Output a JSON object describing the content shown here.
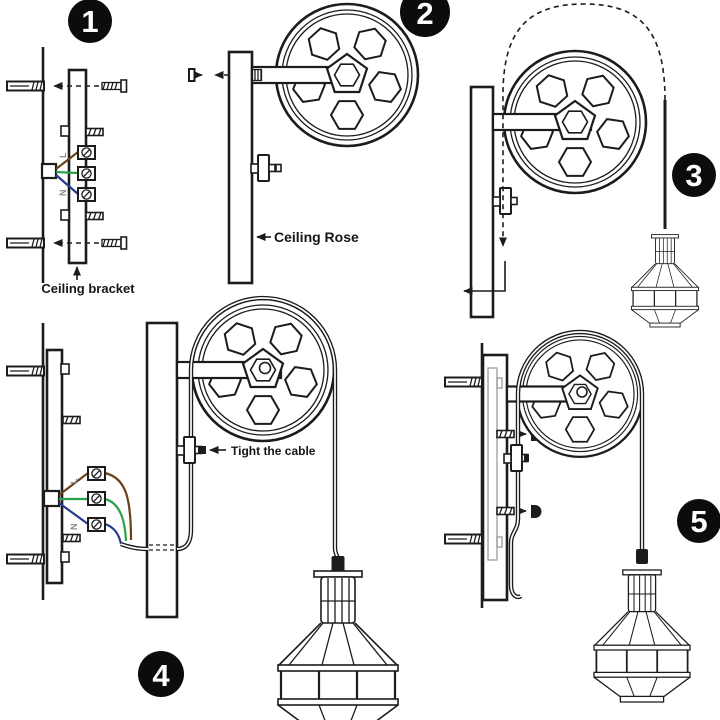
{
  "steps": [
    {
      "number": "1",
      "label": "Ceiling bracket"
    },
    {
      "number": "2",
      "label": "Ceiling Rose"
    },
    {
      "number": "3"
    },
    {
      "number": "4",
      "label": "Tight the cable"
    },
    {
      "number": "5"
    }
  ],
  "wiring": {
    "live_label": "L",
    "neutral_label": "N",
    "live_color": "#6b4118",
    "earth_color": "#2aa14b",
    "neutral_color": "#283a8c"
  },
  "style": {
    "background": "#ffffff",
    "line_color": "#1c1c1c",
    "badge_background": "#0c0c0c",
    "badge_text_color": "#ffffff"
  }
}
